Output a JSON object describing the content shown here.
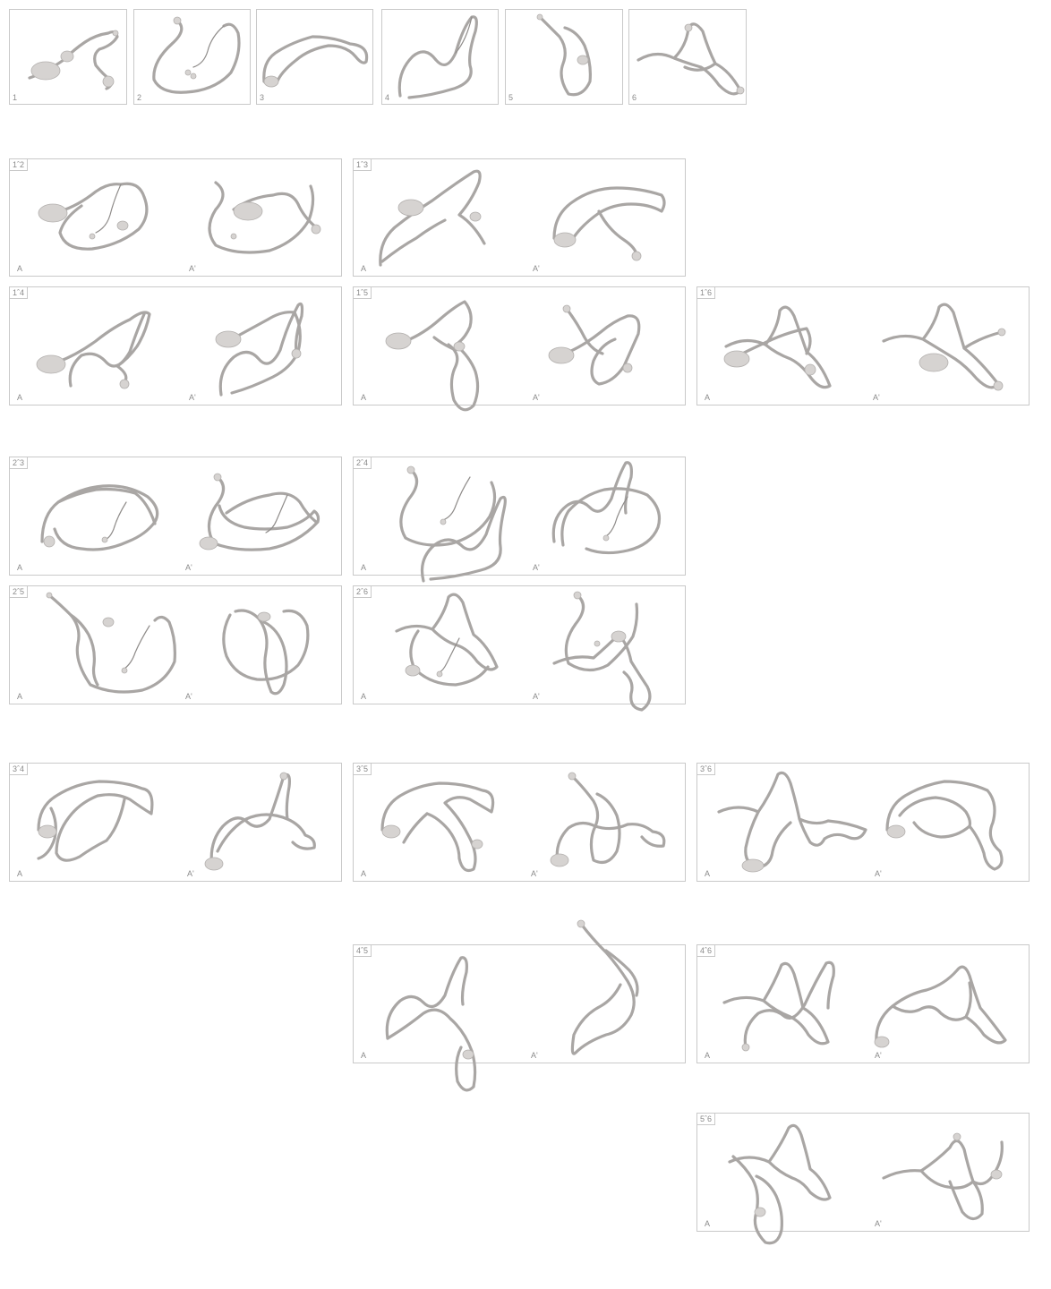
{
  "singles": [
    "1",
    "2",
    "3",
    "4",
    "5",
    "6"
  ],
  "pairs": {
    "p12": "1ˆ2",
    "p13": "1ˆ3",
    "p14": "1ˆ4",
    "p15": "1ˆ5",
    "p16": "1ˆ6",
    "p23": "2ˆ3",
    "p24": "2ˆ4",
    "p25": "2ˆ5",
    "p26": "2ˆ6",
    "p34": "3ˆ4",
    "p35": "3ˆ5",
    "p36": "3ˆ6",
    "p45": "4ˆ5",
    "p46": "4ˆ6",
    "p56": "5ˆ6"
  },
  "view_labels": {
    "a": "A",
    "b": "A'"
  },
  "colors": {
    "border": "#c9c9c9",
    "structure": "#a9a6a4",
    "label": "#8a8a8a"
  }
}
